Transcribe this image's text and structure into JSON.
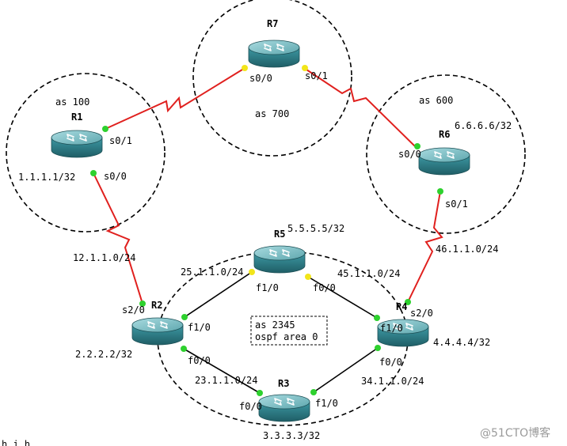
{
  "colors": {
    "link": "#e0201e",
    "port_up": "#2ed12e",
    "port_mid": "#f2e51a",
    "router_top": "#7fbac0",
    "router_body": "#2f7f89",
    "router_dark": "#1f5e66",
    "as_boundary": "#000000",
    "inner_link": "#000000"
  },
  "routers": [
    {
      "id": "R1",
      "label": "R1"
    },
    {
      "id": "R2",
      "label": "R2"
    },
    {
      "id": "R3",
      "label": "R3"
    },
    {
      "id": "R4",
      "label": "R4"
    },
    {
      "id": "R5",
      "label": "R5"
    },
    {
      "id": "R6",
      "label": "R6"
    },
    {
      "id": "R7",
      "label": "R7"
    }
  ],
  "as_labels": {
    "as100": "as 100",
    "as700": "as 700",
    "as600": "as 600",
    "as2345_line1": "as 2345",
    "as2345_line2": "ospf area 0"
  },
  "loopbacks": {
    "R1": "1.1.1.1/32",
    "R2": "2.2.2.2/32",
    "R3": "3.3.3.3/32",
    "R4": "4.4.4.4/32",
    "R5": "5.5.5.5/32",
    "R6": "6.6.6.6/32"
  },
  "subnets": {
    "r1_r2": "12.1.1.0/24",
    "r2_r5": "25.1.1.0/24",
    "r4_r5": "45.1.1.0/24",
    "r2_r3": "23.1.1.0/24",
    "r3_r4": "34.1.1.0/24",
    "r4_r6": "46.1.1.0/24"
  },
  "interfaces": {
    "r1_s01": "s0/1",
    "r1_s00": "s0/0",
    "r7_s00": "s0/0",
    "r7_s01": "s0/1",
    "r6_s00": "s0/0",
    "r6_s01": "s0/1",
    "r2_s20": "s2/0",
    "r2_f10": "f1/0",
    "r2_f00": "f0/0",
    "r5_f10": "f1/0",
    "r5_f00": "f0/0",
    "r4_s20": "s2/0",
    "r4_f10": "f1/0",
    "r4_f00": "f0/0",
    "r3_f00": "f0/0",
    "r3_f10": "f1/0"
  },
  "watermark": "@51CTO博客",
  "footer_fragment": "h  i  h"
}
